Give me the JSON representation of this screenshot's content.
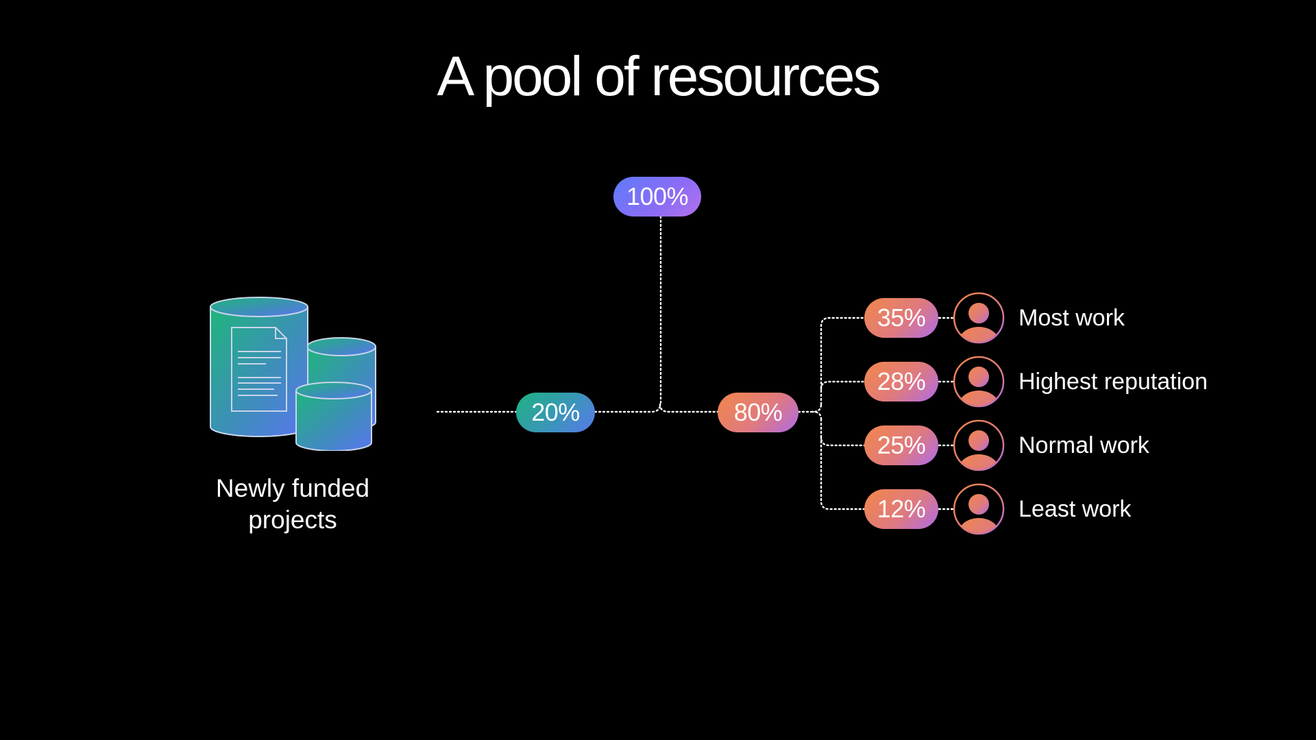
{
  "title": "A pool of resources",
  "left_section": {
    "icon": "database-cylinders-with-document-icon",
    "label_line1": "Newly funded",
    "label_line2": "projects",
    "share": "20%"
  },
  "total": {
    "value": "100%"
  },
  "right_section": {
    "share": "80%",
    "rows": [
      {
        "percent": "35%",
        "icon": "user-avatar-icon",
        "label": "Most work"
      },
      {
        "percent": "28%",
        "icon": "user-avatar-icon",
        "label": "Highest reputation"
      },
      {
        "percent": "25%",
        "icon": "user-avatar-icon",
        "label": "Normal work"
      },
      {
        "percent": "12%",
        "icon": "user-avatar-icon",
        "label": "Least work"
      }
    ]
  },
  "colors": {
    "background": "#000000",
    "left_orb_rim": "#25285e",
    "right_orb_rim": "#3b2662",
    "green_pill_start": "#1db37f",
    "green_pill_end": "#5a78ee",
    "violet_pill_start": "#5f7bfb",
    "violet_pill_end": "#b371ee",
    "warm_pill_start": "#f2874a",
    "warm_pill_end": "#b06be8",
    "connector": "#ffffff"
  }
}
